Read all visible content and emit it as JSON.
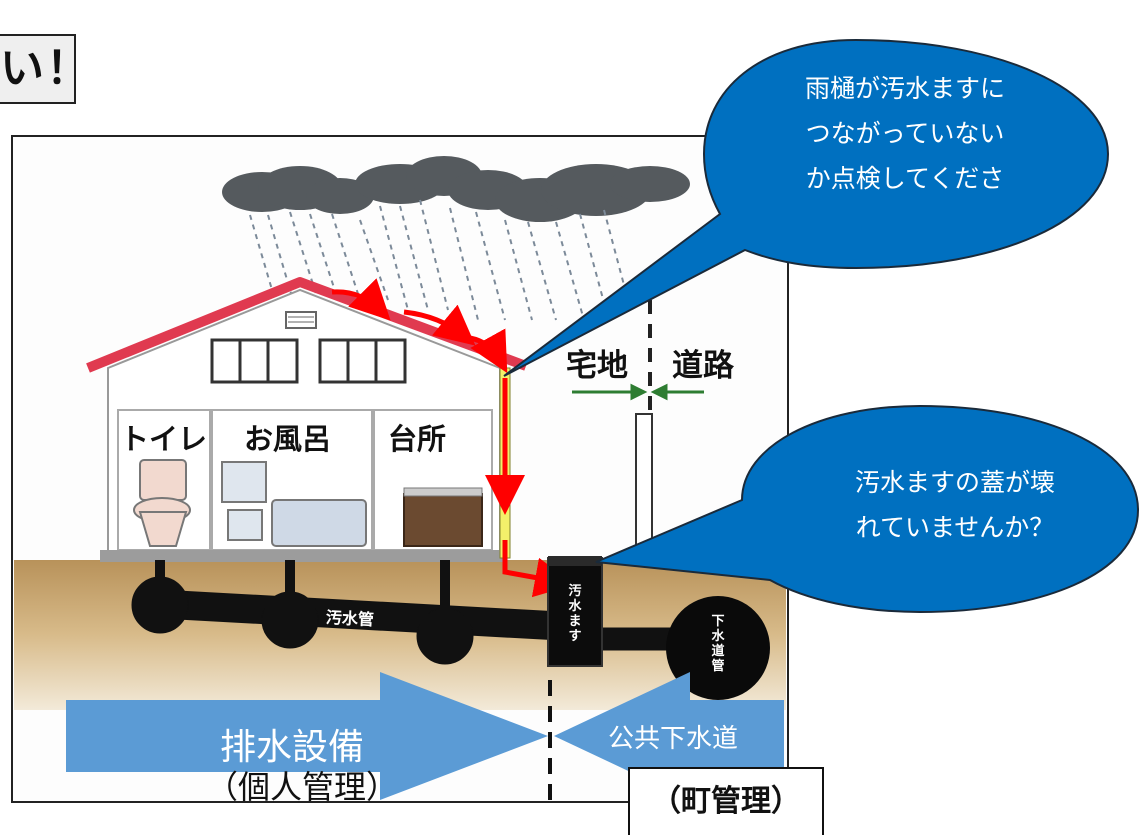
{
  "header": {
    "title_fragment": "い！"
  },
  "rooms": {
    "toilet": "トイレ",
    "bath": "お風呂",
    "kitchen": "台所"
  },
  "property": {
    "lot": "宅地",
    "road": "道路"
  },
  "pipes": {
    "sewage_pipe": "汚水管",
    "sewage_basin": "汚水ます",
    "sewer_main": "下水道管"
  },
  "callouts": {
    "gutter": [
      "雨樋が汚水ますに",
      "つながっていない",
      "か点検してくださ"
    ],
    "lid": [
      "汚水ますの蓋が壊",
      "れていませんか？"
    ]
  },
  "arrows": {
    "private": {
      "label": "排水設備",
      "sublabel": "（個人管理）"
    },
    "public": {
      "label": "公共下水道",
      "sublabel": "（町管理）"
    }
  },
  "colors": {
    "callout_blue": "#0070c0",
    "arrow_blue": "#5b9bd5",
    "roof_red": "#e03a50",
    "flow_red": "#ff0000",
    "ground_brown": "#c9a36a",
    "cloud_gray": "#555a5e"
  }
}
